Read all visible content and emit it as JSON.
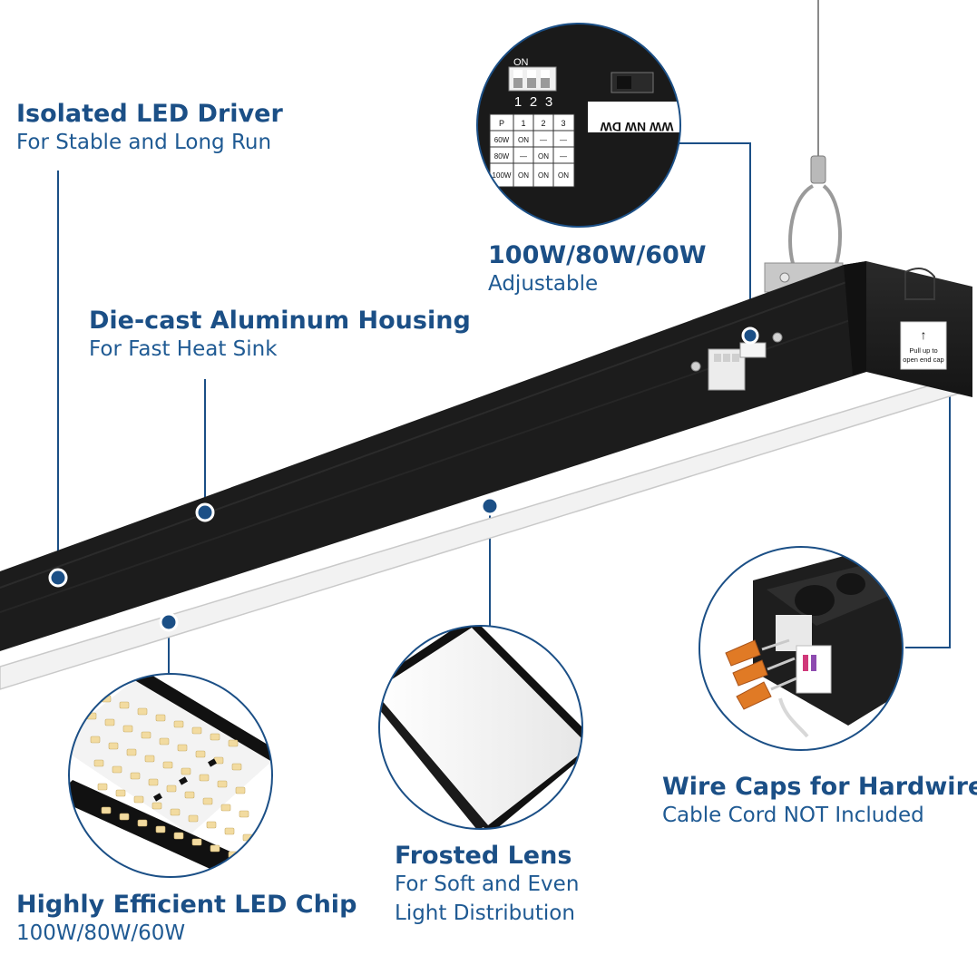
{
  "colors": {
    "title": "#1b4f86",
    "subtitle": "#1f5a93",
    "leader": "#1b4f86",
    "housing": "#1d1d1d",
    "lens": "#f4f4f4"
  },
  "callouts": {
    "driver": {
      "title": "Isolated LED Driver",
      "subtitle": "For Stable and Long Run"
    },
    "switch": {
      "title": "100W/80W/60W",
      "subtitle": "Adjustable"
    },
    "housing": {
      "title": "Die-cast Aluminum Housing",
      "subtitle": "For Fast Heat Sink"
    },
    "wirecaps": {
      "title": "Wire Caps for Hardwire",
      "subtitle": "Cable Cord NOT Included"
    },
    "lens": {
      "title": "Frosted Lens",
      "subtitle_lines": [
        "For Soft and Even",
        "Light Distribution"
      ]
    },
    "chip": {
      "title": "Highly Efficient LED Chip",
      "subtitle": "100W/80W/60W"
    }
  },
  "switch_detail": {
    "dip_on": "ON",
    "dip_numbers": [
      "1",
      "2",
      "3"
    ],
    "slider_labels": "WW NW DW",
    "table_header": [
      "P",
      "1",
      "2",
      "3"
    ],
    "table_rows": [
      [
        "60W",
        "ON",
        "—",
        "—"
      ],
      [
        "80W",
        "—",
        "ON",
        "—"
      ],
      [
        "100W",
        "ON",
        "ON",
        "ON"
      ]
    ]
  },
  "end_cap_sticker": {
    "arrow": "↑",
    "lines": [
      "Pull up to",
      "open end cap"
    ]
  }
}
